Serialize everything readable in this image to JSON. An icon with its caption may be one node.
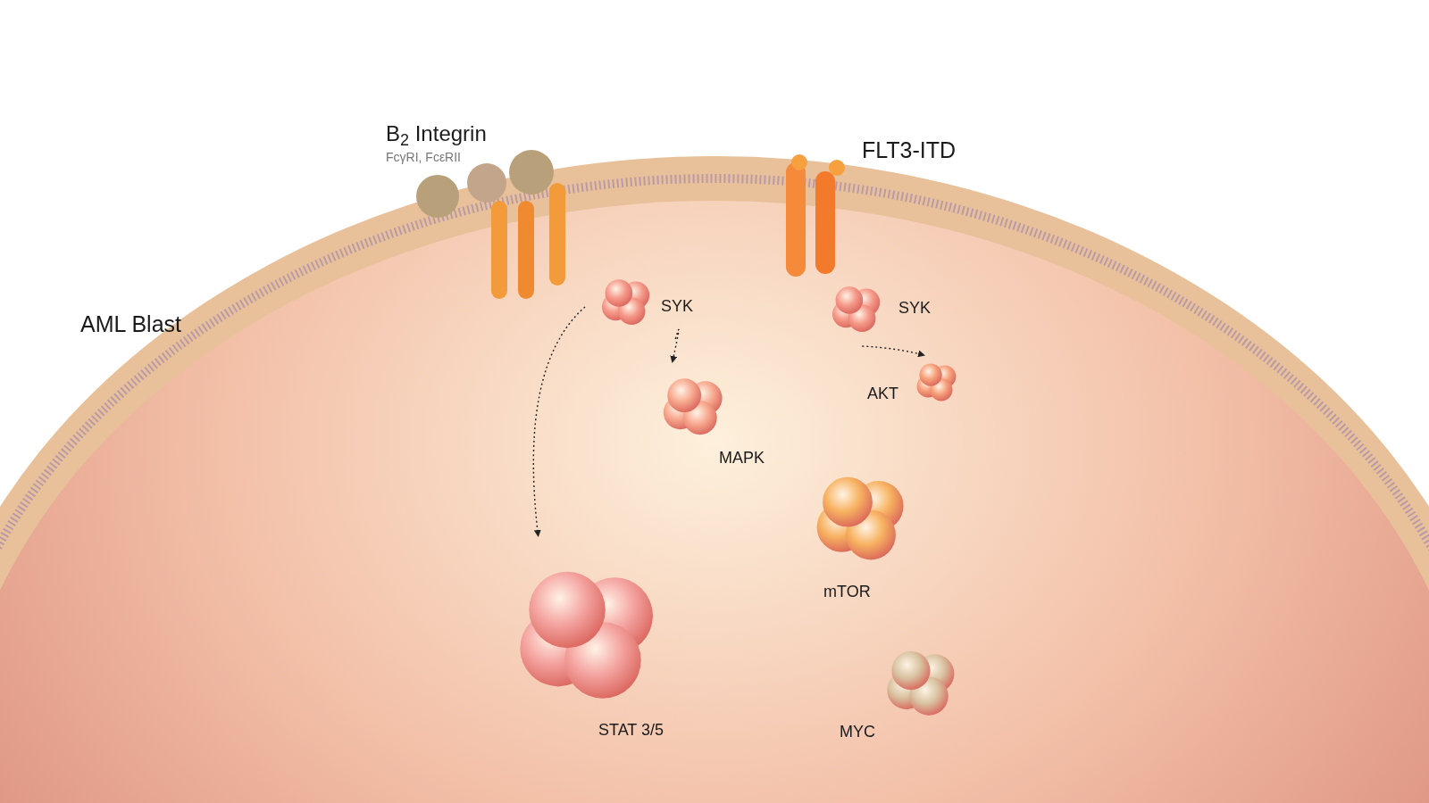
{
  "diagram": {
    "nodes": [
      {
        "text": [
          "SYK"
        ]
      },
      {
        "text": [
          "MAPK"
        ]
      },
      {
        "text": [
          "STAT 3/5"
        ]
      },
      {
        "text": [
          "SYK"
        ]
      },
      {
        "text": [
          "AKT"
        ]
      },
      {
        "text": [
          "mTOR"
        ]
      },
      {
        "text": [
          "MYC"
        ]
      }
    ],
    "edges": [
      {
        "from": 0,
        "to": 1,
        "arrow": "to",
        "style": "dashed"
      },
      {
        "from": 0,
        "to": 2,
        "arrow": "to",
        "style": "dashed"
      },
      {
        "from": 3,
        "to": 4,
        "arrow": "to",
        "style": "dashed"
      }
    ],
    "labels": [
      "AML Blast",
      "B$_{2}$ Integrin",
      "FcγRI, FcεRII",
      "FLT3-ITD"
    ]
  }
}
